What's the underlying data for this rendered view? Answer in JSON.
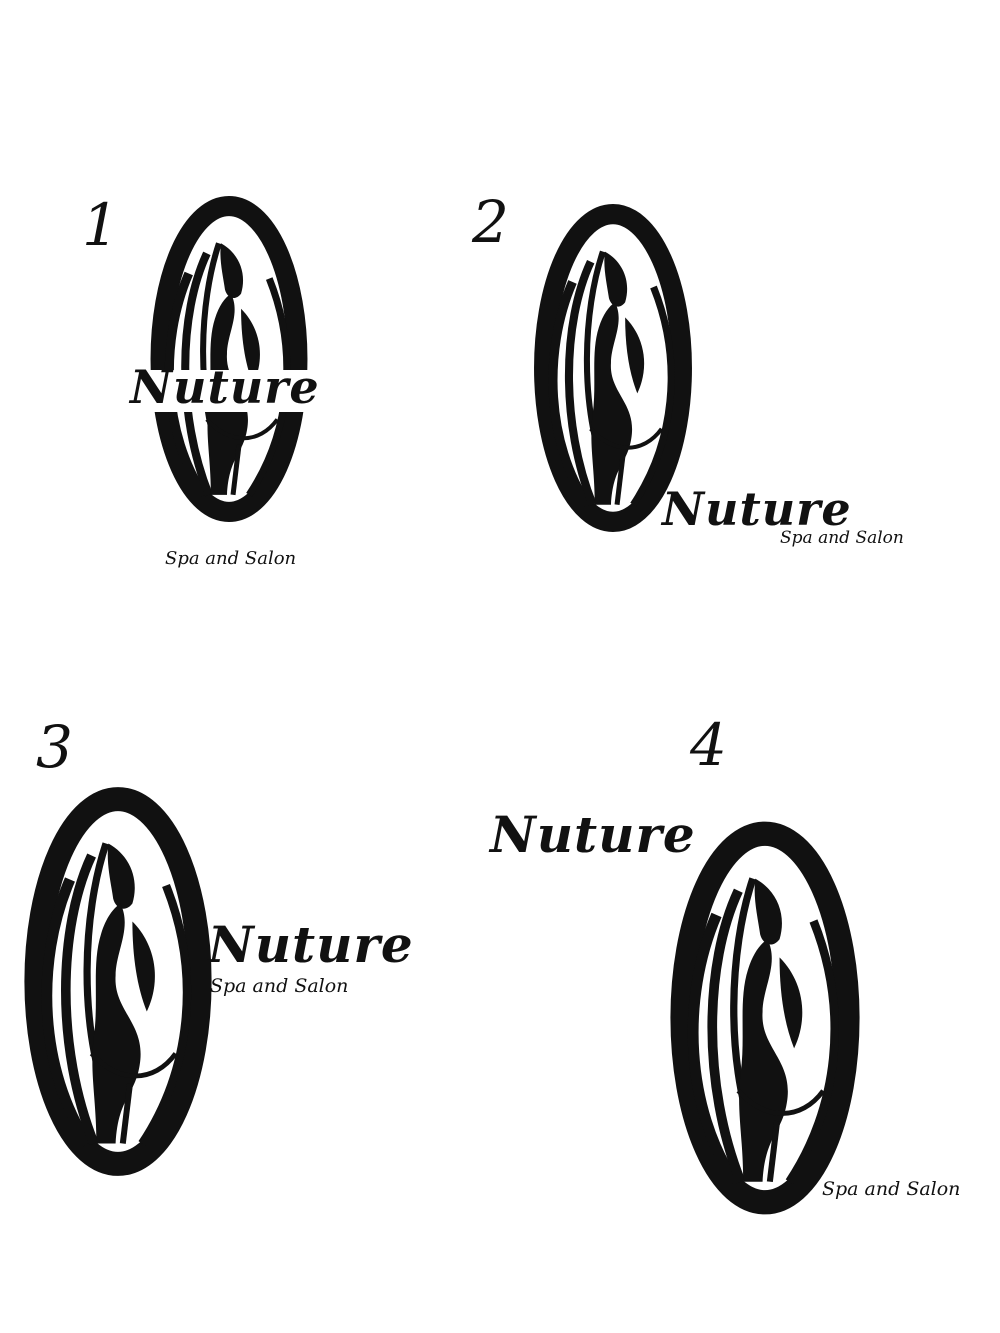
{
  "colors": {
    "ink": "#111111",
    "paper": "#ffffff"
  },
  "variants": [
    {
      "number": "1",
      "brand": "Nuture",
      "tagline": "Spa and Salon",
      "icon": "woman-silhouette-oval-icon"
    },
    {
      "number": "2",
      "brand": "Nuture",
      "tagline": "Spa and Salon",
      "icon": "woman-silhouette-oval-icon"
    },
    {
      "number": "3",
      "brand": "Nuture",
      "tagline": "Spa and Salon",
      "icon": "woman-silhouette-oval-icon"
    },
    {
      "number": "4",
      "brand": "Nuture",
      "tagline": "Spa and Salon",
      "icon": "woman-silhouette-oval-icon"
    }
  ]
}
